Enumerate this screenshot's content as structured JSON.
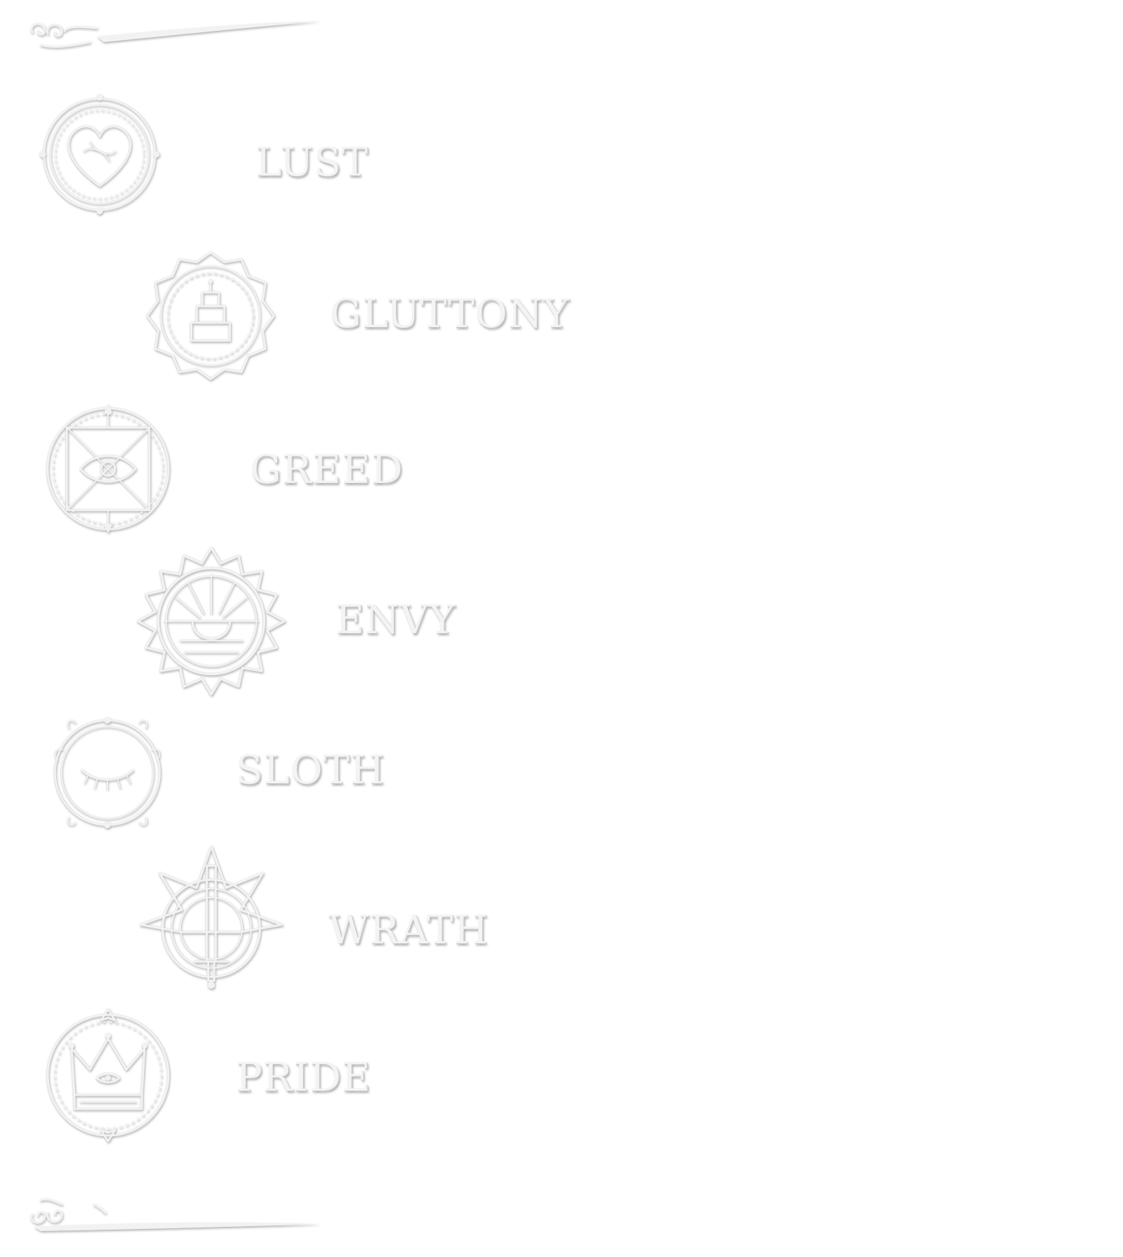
{
  "sins": [
    {
      "label": "LUST",
      "icon": "heart-sigil-icon"
    },
    {
      "label": "GLUTTONY",
      "icon": "cake-sigil-icon"
    },
    {
      "label": "GREED",
      "icon": "eye-pyramid-sigil-icon"
    },
    {
      "label": "ENVY",
      "icon": "eye-sun-sigil-icon"
    },
    {
      "label": "SLOTH",
      "icon": "closed-eye-sigil-icon"
    },
    {
      "label": "WRATH",
      "icon": "sword-sigil-icon"
    },
    {
      "label": "PRIDE",
      "icon": "crown-sigil-icon"
    }
  ],
  "colors": {
    "background": "#ffffff",
    "emboss": "#f2f2f2"
  }
}
